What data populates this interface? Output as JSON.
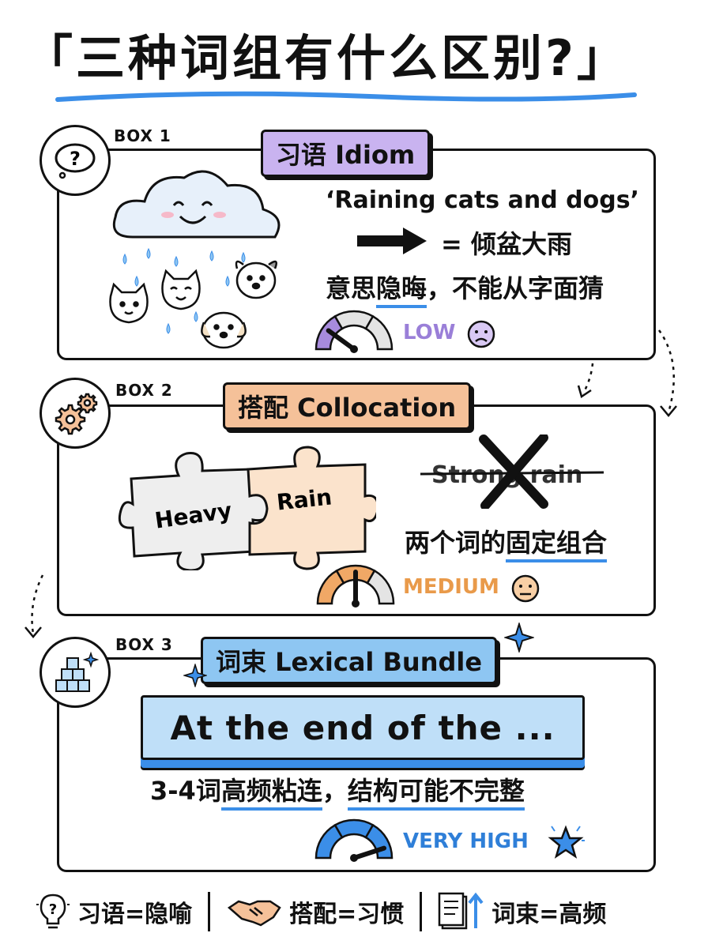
{
  "title": "「三种词组有什么区别?」",
  "colors": {
    "idiom_purple": "#c9b3f0",
    "collocation_orange": "#f5c199",
    "bundle_blue": "#8ec6f2",
    "accent_blue": "#3b8ee8"
  },
  "box1": {
    "label": "BOX 1",
    "icon": "question-bubble-icon",
    "tag": "习语 Idiom",
    "phrase": "‘Raining cats and dogs’",
    "meaning": "= 倾盆大雨",
    "note_before": "意思",
    "note_highlight": "隐晦",
    "note_after": "，不能从字面猜",
    "level": "LOW",
    "level_fraction": 0.2
  },
  "box2": {
    "label": "BOX 2",
    "icon": "gears-icon",
    "tag": "搭配 Collocation",
    "puzzle_left": "Heavy",
    "puzzle_right": "Rain",
    "wrong": "Strong rain",
    "note_before": "两个词的",
    "note_highlight": "固定组合",
    "level": "MEDIUM",
    "level_fraction": 0.5
  },
  "box3": {
    "label": "BOX 3",
    "icon": "blocks-icon",
    "tag": "词束 Lexical Bundle",
    "banner": "At the end of the ...",
    "note_before": "3-4词",
    "note_highlight1": "高频粘连",
    "note_mid": "，",
    "note_highlight2": "结构可能不完整",
    "level": "VERY HIGH",
    "level_fraction": 0.9
  },
  "legend": [
    {
      "icon": "lightbulb-icon",
      "text": "习语=隐喻"
    },
    {
      "icon": "handshake-icon",
      "text": "搭配=习惯"
    },
    {
      "icon": "document-icon",
      "text": "词束=高频"
    }
  ]
}
